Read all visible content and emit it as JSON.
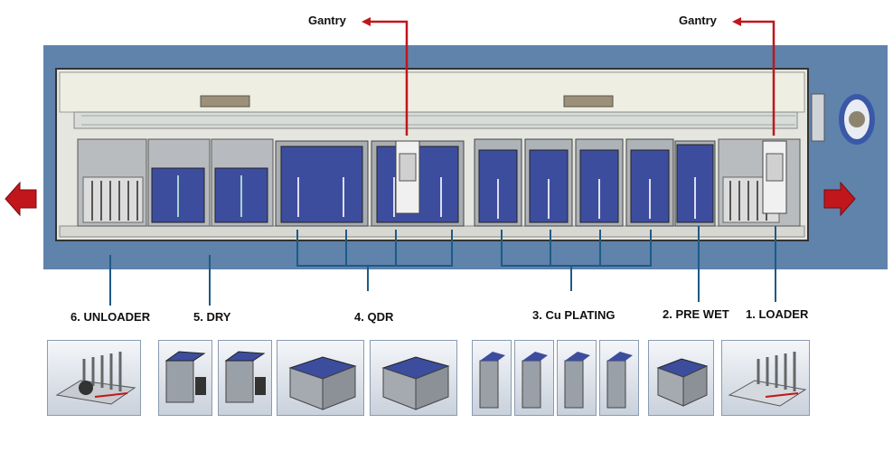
{
  "gantry_labels": [
    "Gantry",
    "Gantry"
  ],
  "stations": [
    {
      "label": "6. UNLOADER"
    },
    {
      "label": "5. DRY"
    },
    {
      "label": "4. QDR"
    },
    {
      "label": "3. Cu PLATING"
    },
    {
      "label": "2. PRE WET"
    },
    {
      "label": "1. LOADER"
    }
  ],
  "colors": {
    "frame_bg": "#5b7fa6",
    "tank_blue": "#3d4d9e",
    "arrow_red": "#c0161c",
    "bracket_blue": "#1f5a86"
  },
  "icons": [
    "exit-arrow-icon",
    "entry-arrow-icon",
    "operator-icon"
  ]
}
